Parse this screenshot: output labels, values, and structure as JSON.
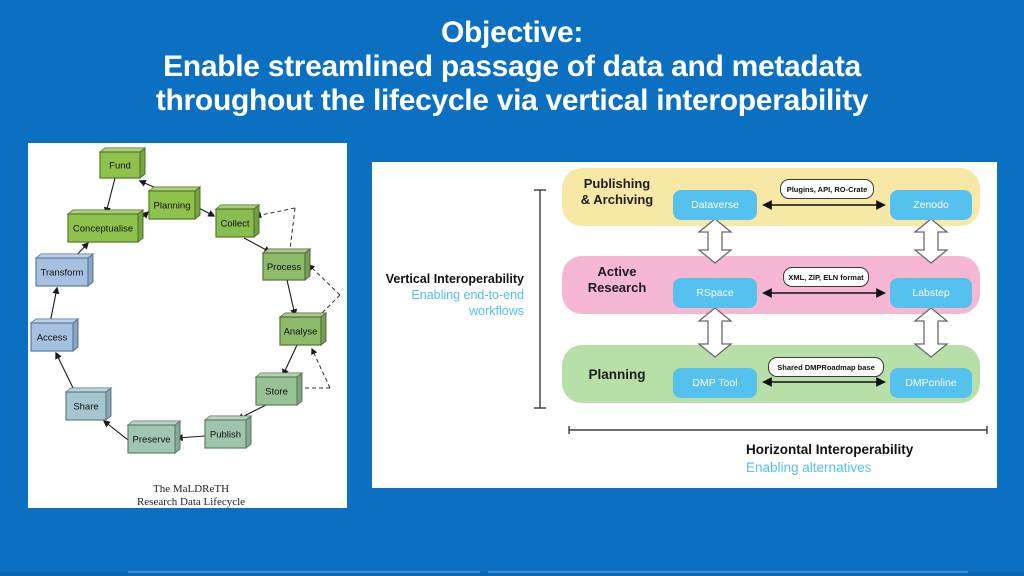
{
  "slide": {
    "title": {
      "line1": "Objective:",
      "line2": "Enable streamlined passage of data and metadata",
      "line3": "throughout the lifecycle via vertical interoperability"
    }
  },
  "colors": {
    "background": "#0b70c2",
    "panel": "#ffffff",
    "accent_light_blue": "#55c0ee",
    "tool_button_blue": "#55c1ef",
    "band_yellow": "#f8e8a6",
    "band_pink": "#f5b7d1",
    "band_green": "#b7dfa7",
    "text_dark": "#1c1c1c"
  },
  "lifecycle": {
    "caption_line1": "The MaLDReTH",
    "caption_line2": "Research Data Lifecycle",
    "nodes": [
      {
        "label": "Fund",
        "fill": "#8fc24c",
        "border": "#55792a"
      },
      {
        "label": "Planning",
        "fill": "#8fc24c",
        "border": "#55792a"
      },
      {
        "label": "Conceptualise",
        "fill": "#8fc24c",
        "border": "#55792a"
      },
      {
        "label": "Collect",
        "fill": "#89bd4f",
        "border": "#55792a"
      },
      {
        "label": "Transform",
        "fill": "#a6c1e0",
        "border": "#5c7ba3"
      },
      {
        "label": "Process",
        "fill": "#8dbb69",
        "border": "#55703a"
      },
      {
        "label": "Access",
        "fill": "#a6c1e0",
        "border": "#5c7ba3"
      },
      {
        "label": "Analyse",
        "fill": "#8dbb69",
        "border": "#55703a"
      },
      {
        "label": "Share",
        "fill": "#a3c6cf",
        "border": "#5f7f88"
      },
      {
        "label": "Store",
        "fill": "#97c295",
        "border": "#5d7f58"
      },
      {
        "label": "Preserve",
        "fill": "#9fc5b4",
        "border": "#5f8070"
      },
      {
        "label": "Publish",
        "fill": "#9fc6ad",
        "border": "#5f8068"
      }
    ]
  },
  "interop": {
    "vertical": {
      "title": "Vertical Interoperability",
      "subtitle_line1": "Enabling end-to-end",
      "subtitle_line2": "workflows"
    },
    "horizontal": {
      "title": "Horizontal Interoperability",
      "subtitle": "Enabling alternatives"
    },
    "rows": [
      {
        "label_line1": "Publishing",
        "label_line2": "& Archiving",
        "left_tool": "Dataverse",
        "right_tool": "Zenodo",
        "connector_label": "Plugins, API, RO-Crate"
      },
      {
        "label_line1": "Active",
        "label_line2": "Research",
        "left_tool": "RSpace",
        "right_tool": "Labstep",
        "connector_label": "XML, ZIP, ELN format"
      },
      {
        "label_line1": "Planning",
        "label_line2": "",
        "left_tool": "DMP Tool",
        "right_tool": "DMPonline",
        "connector_label": "Shared DMPRoadmap base"
      }
    ]
  }
}
